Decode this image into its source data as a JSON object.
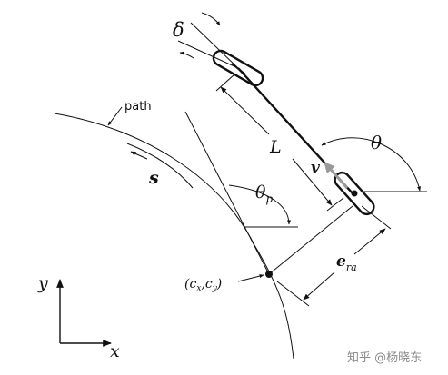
{
  "labels": {
    "delta": "δ",
    "path": "path",
    "L": "L",
    "theta": "θ",
    "v": "v",
    "s": "s",
    "theta_p": "θ",
    "theta_p_sub": "p",
    "e_ra": "e",
    "e_ra_sub": "ra",
    "cx": "c",
    "cx_sub": "x",
    "cy": "c",
    "cy_sub": "y",
    "y_axis": "y",
    "x_axis": "x"
  },
  "watermark": "知乎 @杨晓东",
  "colors": {
    "ink": "#111111",
    "velocity": "#9a9a9a",
    "watermark": "#8a8a8a"
  }
}
